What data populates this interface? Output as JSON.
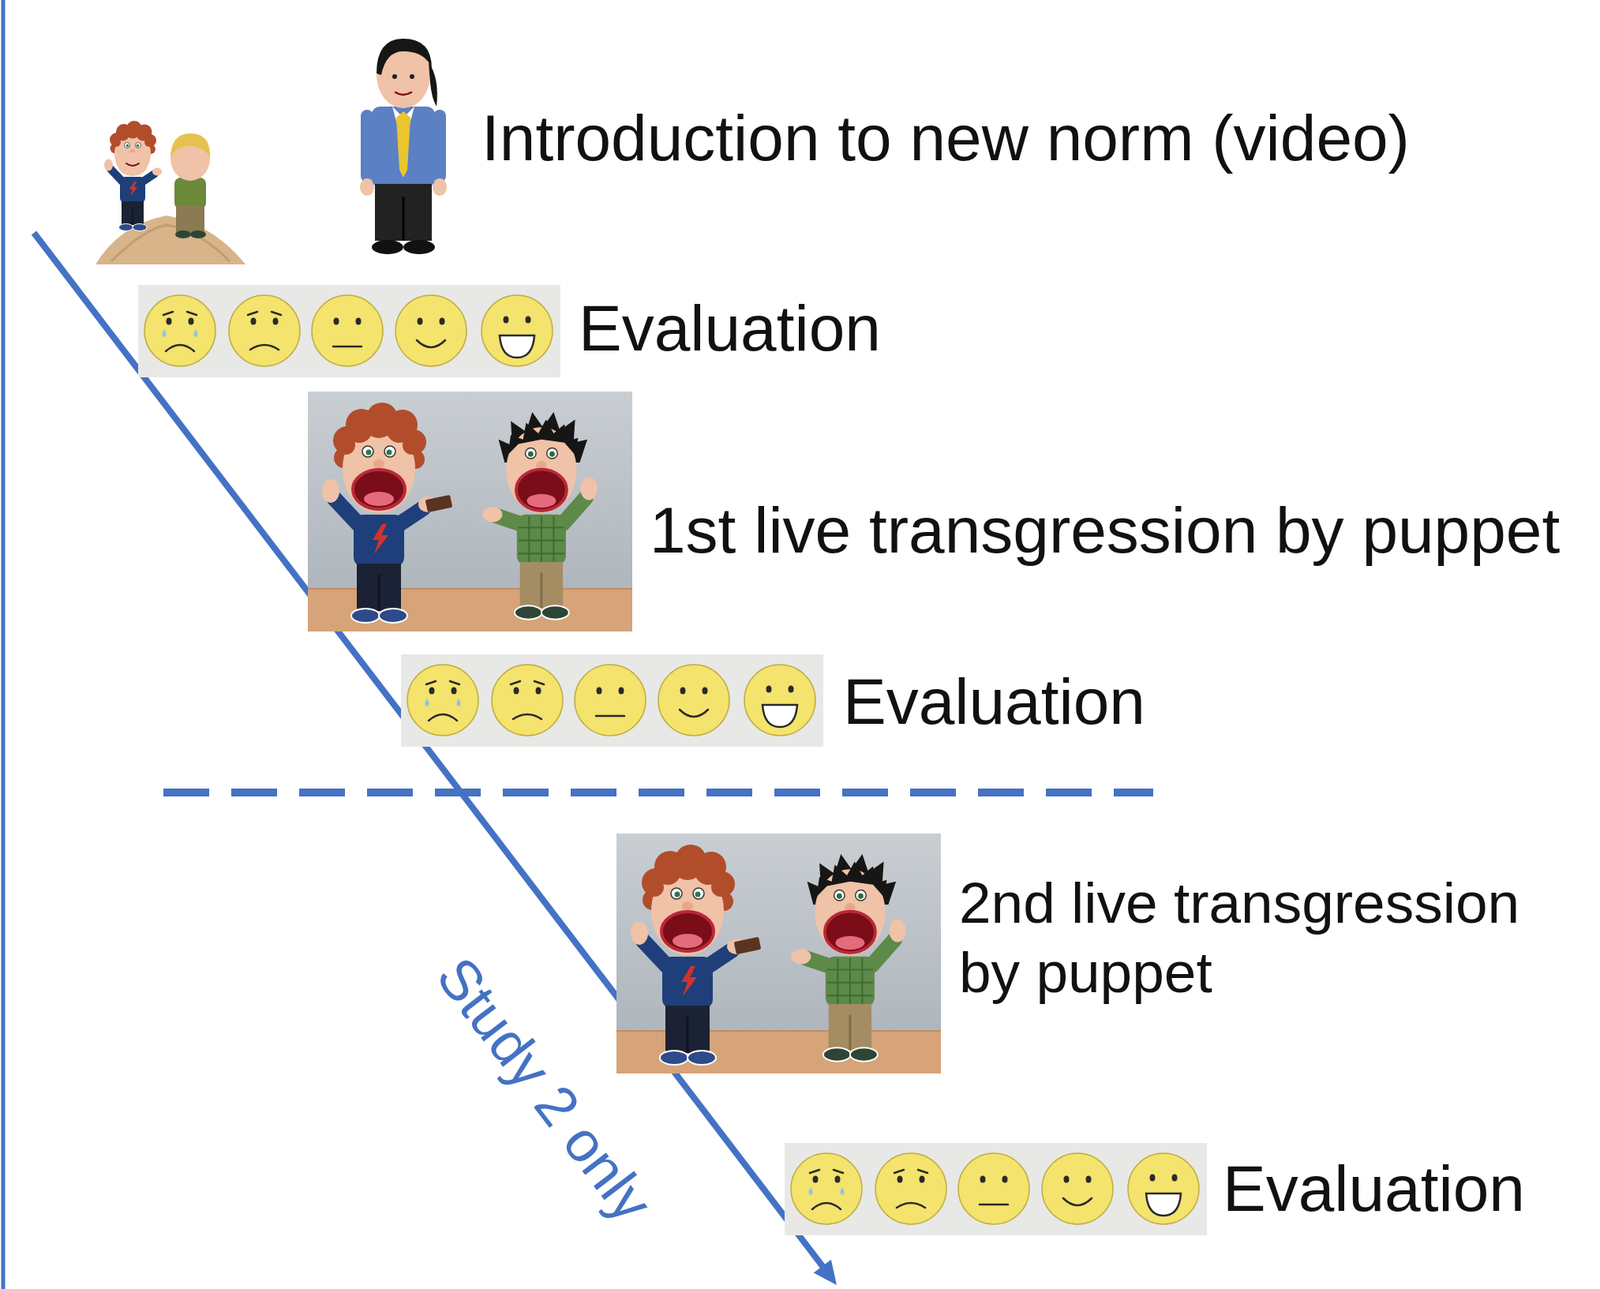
{
  "diagram": {
    "labels": [
      "Introduction to new norm (video)",
      "Evaluation",
      "1st live transgression by puppet",
      "Evaluation",
      "2nd live transgression by puppet",
      "Evaluation",
      "Study 2 only"
    ]
  }
}
